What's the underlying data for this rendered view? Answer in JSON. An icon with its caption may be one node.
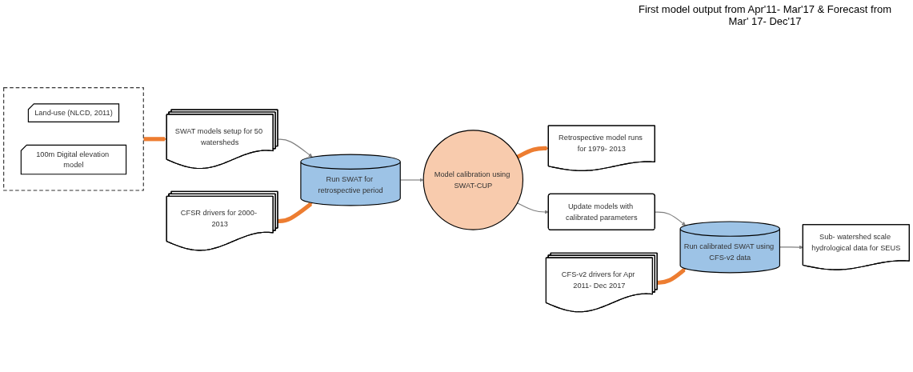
{
  "diagram": {
    "nodes": [
      {
        "text": [],
        "shape": "box"
      },
      {
        "text": [
          "Land-use (NLCD, 2011)"
        ],
        "in": 0
      },
      {
        "text": [
          "100m Digital elevation model"
        ],
        "in": 0
      },
      {
        "text": [
          "SWAT models setup for 50 watersheds"
        ]
      },
      {
        "text": [
          "CFSR drivers for 2000- 2013"
        ]
      },
      {
        "text": [
          "Run SWAT for retrospective period"
        ]
      },
      {
        "text": [
          "Model calibration using SWAT-CUP"
        ]
      },
      {
        "text": [
          "Retrospective model runs for 1979- 2013"
        ]
      },
      {
        "text": [
          "Update models with calibrated parameters"
        ]
      },
      {
        "text": [
          "CFS-v2 drivers for Apr 2011- Dec 2017"
        ]
      },
      {
        "text": [
          "Run calibrated SWAT using CFS-v2 data"
        ]
      },
      {
        "text": [
          "Sub- watershed scale hydrological data for SEUS"
        ]
      }
    ],
    "edges": [
      {
        "from": 0,
        "to": 3,
        "arrow": "to",
        "style": "thick",
        "color": "#ed7d31"
      },
      {
        "from": 3,
        "to": 5,
        "arrow": "to"
      },
      {
        "from": 4,
        "to": 5,
        "arrow": "to",
        "style": "thick",
        "color": "#ed7d31"
      },
      {
        "from": 5,
        "to": 6,
        "arrow": "to"
      },
      {
        "from": 6,
        "to": 7,
        "arrow": "to",
        "style": "thick",
        "color": "#ed7d31"
      },
      {
        "from": 6,
        "to": 8,
        "arrow": "to"
      },
      {
        "from": 8,
        "to": 10,
        "arrow": "to"
      },
      {
        "from": 9,
        "to": 10,
        "arrow": "to",
        "style": "thick",
        "color": "#ed7d31"
      },
      {
        "from": 10,
        "to": 11,
        "arrow": "to"
      }
    ],
    "labels": [
      "First model output from Apr'11- Mar'17 & Forecast from Mar' 17- Dec'17"
    ]
  }
}
